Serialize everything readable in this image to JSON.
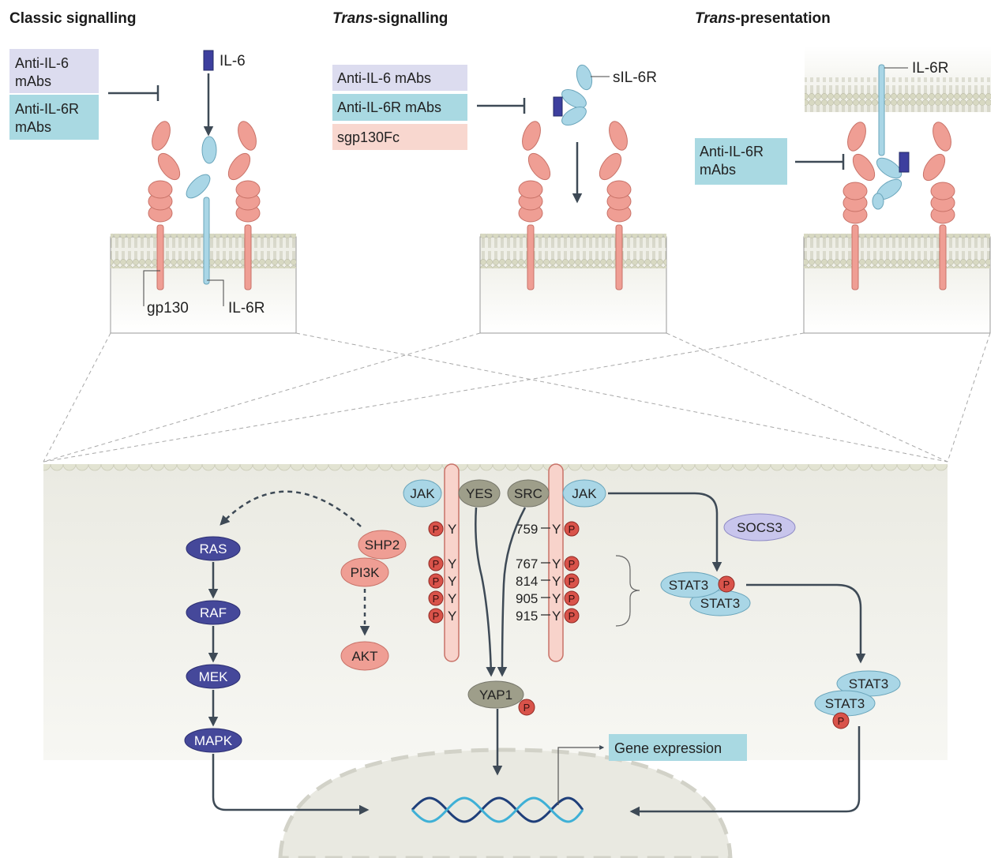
{
  "panels": {
    "classic": {
      "title_bold": "Classic signalling",
      "inhibitors": [
        "Anti-IL-6",
        "mAbs",
        "Anti-IL-6R",
        "mAbs"
      ],
      "il6": "IL-6",
      "gp130": "gp130",
      "il6r": "IL-6R"
    },
    "trans_signalling": {
      "title_italic": "Trans",
      "title_rest": "-signalling",
      "inhibitors": [
        "Anti-IL-6 mAbs",
        "Anti-IL-6R mAbs",
        "sgp130Fc"
      ],
      "sil6r": "sIL-6R"
    },
    "trans_presentation": {
      "title_italic": "Trans",
      "title_rest": "-presentation",
      "inhibitors": [
        "Anti-IL-6R",
        "mAbs"
      ],
      "il6r": "IL-6R"
    }
  },
  "pathway": {
    "mapk_cascade": [
      "RAS",
      "RAF",
      "MEK",
      "MAPK"
    ],
    "shp2": "SHP2",
    "pi3k": "PI3K",
    "akt": "AKT",
    "jak": "JAK",
    "yes": "YES",
    "src": "SRC",
    "socs3": "SOCS3",
    "stat3": "STAT3",
    "yap1": "YAP1",
    "phospho": "P",
    "tyrosine": "Y",
    "sites": [
      "759",
      "767",
      "814",
      "905",
      "915"
    ],
    "gene_expression": "Gene expression"
  },
  "colors": {
    "il6": "#3d3f9e",
    "il6r": "#a9d6e6",
    "gp130": "#ef9e94",
    "anti_il6_box": "#dcdcef",
    "anti_il6r_box": "#a9d9e2",
    "sgp130fc_box": "#f8d7cf",
    "kinase_dark": "#45489a",
    "arrow": "#3e4a56",
    "membrane": "#e6e7d6"
  }
}
